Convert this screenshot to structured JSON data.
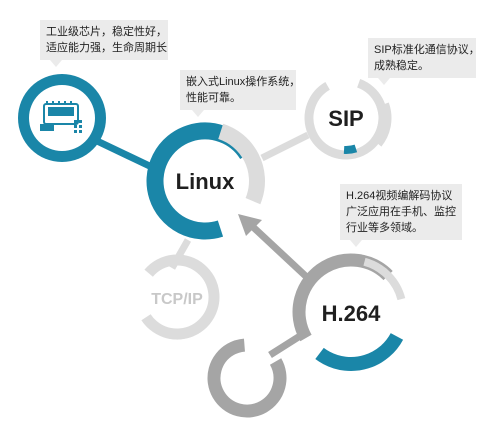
{
  "callouts": {
    "chip": [
      "工业级芯片，稳定性好，",
      "适应能力强，生命周期长"
    ],
    "linux": [
      "嵌入式Linux操作系统，",
      "性能可靠。"
    ],
    "sip": [
      "SIP标准化通信协议，",
      "成熟稳定。"
    ],
    "h264": [
      "H.264视频编解码协议",
      "广泛应用在手机、监控",
      "行业等多领域。"
    ]
  },
  "nodes": {
    "linux": "Linux",
    "sip": "SIP",
    "tcpip": "TCP/IP",
    "h264": "H.264"
  },
  "icons": {
    "board": "circuit-board-icon"
  },
  "colors": {
    "accent": "#1a86a8",
    "gray_dark": "#a5a5a5",
    "gray_light": "#dcdcdc",
    "text_dark": "#1f1f1f",
    "text_light": "#c8c8c8"
  }
}
